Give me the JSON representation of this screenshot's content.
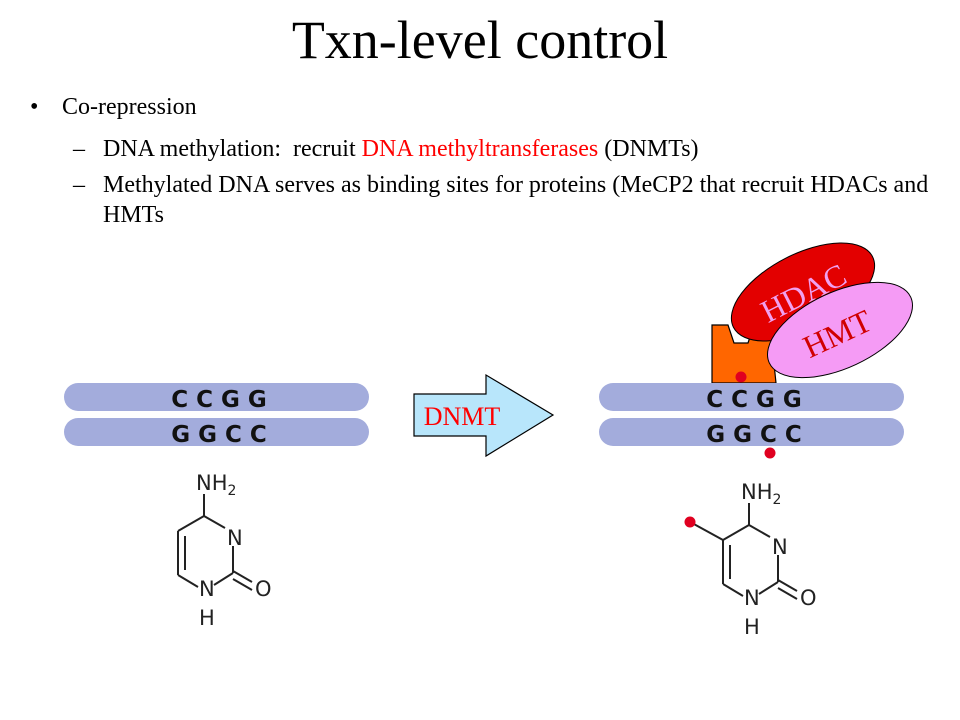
{
  "slide": {
    "title": "Txn-level control",
    "bullet": "Co-repression",
    "sub1": {
      "pre": "DNA methylation:  recruit ",
      "highlight": "DNA methyltransferases",
      "post": " (DNMTs)"
    },
    "sub2": "Methylated DNA serves as binding sites for proteins (MeCP2 that recruit HDACs and HMTs"
  },
  "diagram": {
    "left_top_strand": "C C G G",
    "left_bottom_strand": "G G C C",
    "arrow_label": "DNMT",
    "right_top_strand": "C C G G",
    "right_bottom_strand": "G G C C",
    "hdac_label": "HDAC",
    "hmt_label": "HMT",
    "left_molecule": {
      "nh2": "NH",
      "sub2": "2",
      "n3": "N",
      "n1": "N",
      "o": "O",
      "h": "H"
    },
    "right_molecule": {
      "nh2": "NH",
      "sub2": "2",
      "n3": "N",
      "n1": "N",
      "o": "O",
      "h": "H"
    }
  },
  "colors": {
    "strand": "#a3acdc",
    "arrow_fill": "#b8e6fb",
    "hdac": "#e30000",
    "hmt": "#f59bf5",
    "mecp2": "#ff6600",
    "methyl": "#e00020",
    "red_text": "#ff0000"
  }
}
